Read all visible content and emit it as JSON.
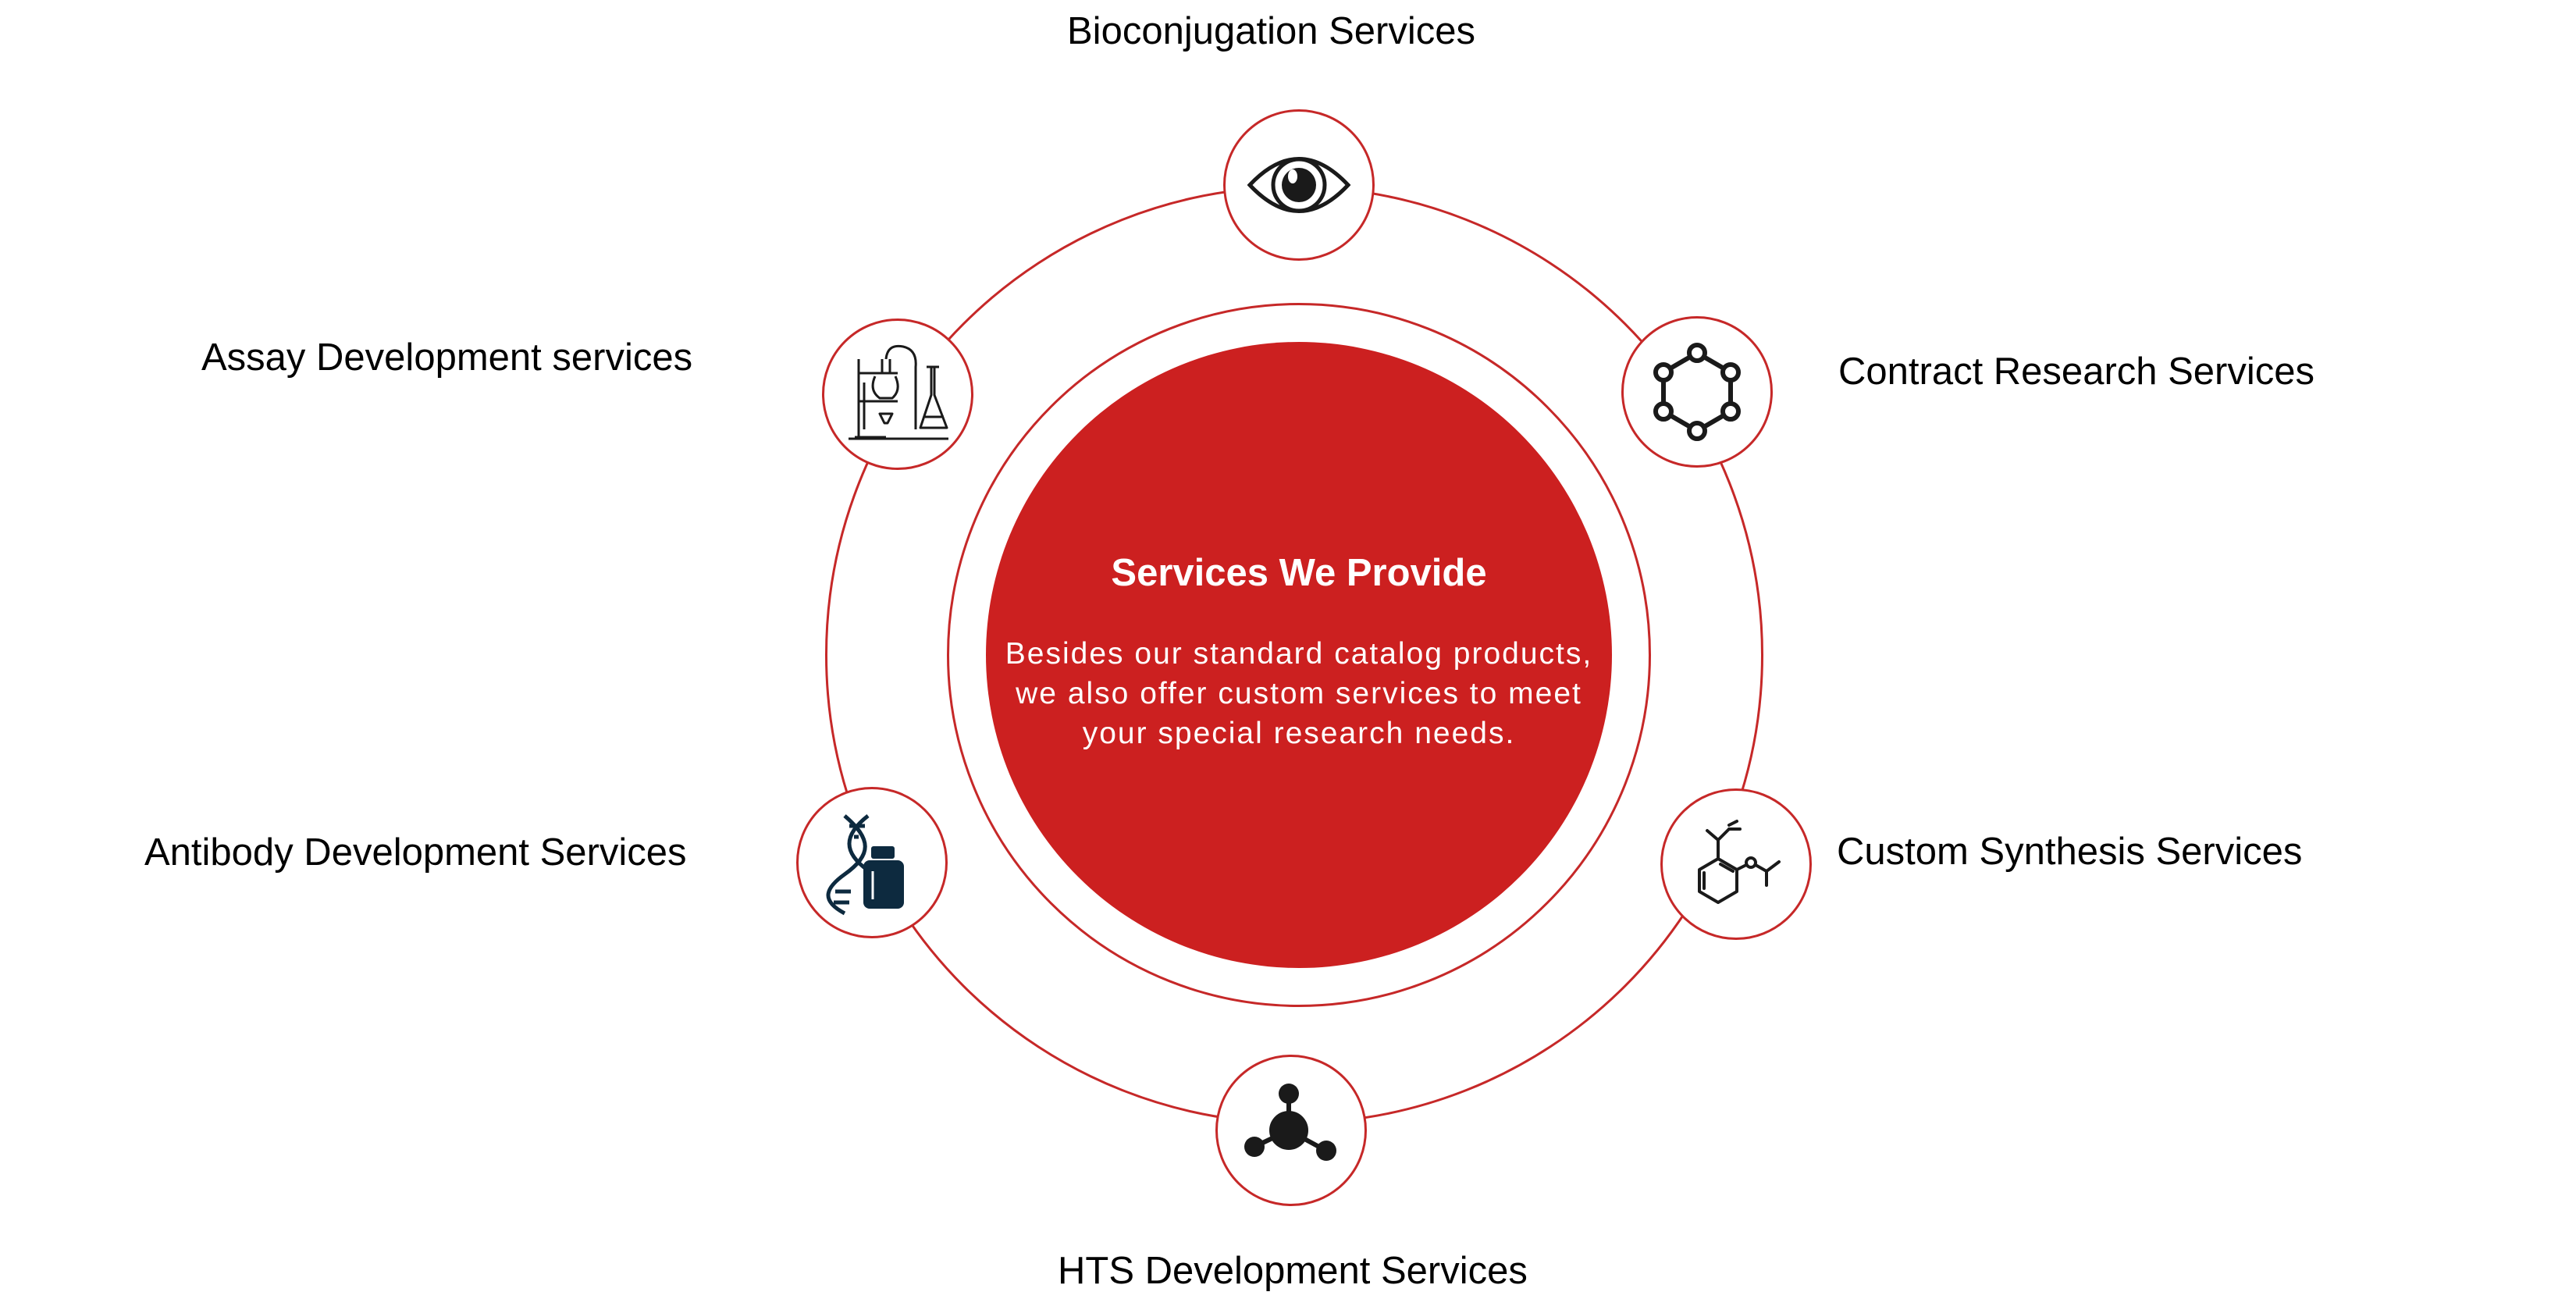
{
  "center": {
    "title": "Services We Provide",
    "lines": [
      "Besides our standard catalog products,",
      "we also offer custom services to meet",
      "your special research needs."
    ]
  },
  "services": [
    {
      "label": "Bioconjugation Services",
      "icon": "eye-icon"
    },
    {
      "label": "Contract Research Services",
      "icon": "hexagon-molecule-icon"
    },
    {
      "label": "Custom Synthesis Services",
      "icon": "chemical-structure-icon"
    },
    {
      "label": "HTS Development Services",
      "icon": "molecule-network-icon"
    },
    {
      "label": "Antibody Development Services",
      "icon": "dna-vial-icon"
    },
    {
      "label": "Assay Development services",
      "icon": "lab-flask-icon"
    }
  ],
  "colors": {
    "accent": "#cc2020",
    "ring": "#c62828",
    "icon": "#1a1a1a",
    "icon_dark_blue": "#0d2a3f"
  }
}
